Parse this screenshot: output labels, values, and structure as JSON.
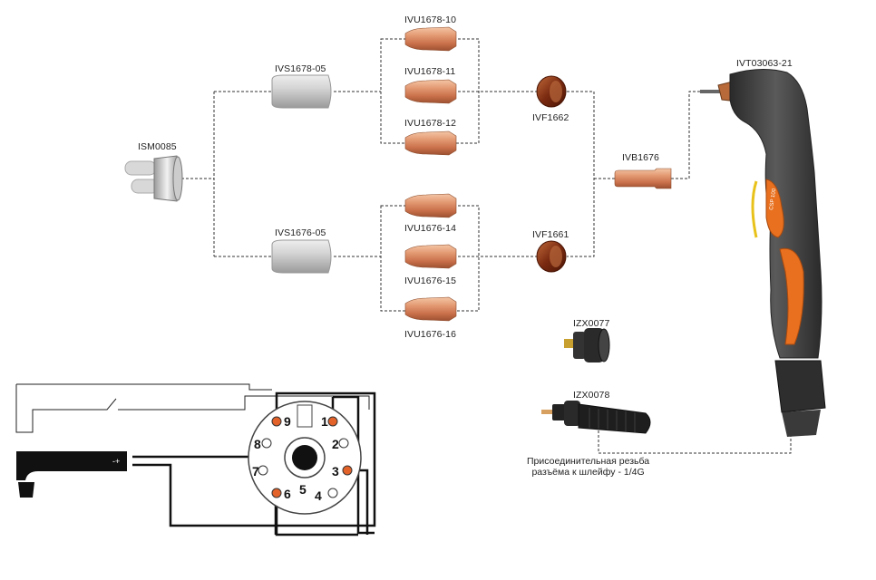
{
  "parts": {
    "ism": "ISM0085",
    "ivs_top": "IVS1678-05",
    "ivs_bottom": "IVS1676-05",
    "ivu_top_1": "IVU1678-10",
    "ivu_top_2": "IVU1678-11",
    "ivu_top_3": "IVU1678-12",
    "ivu_bot_1": "IVU1676-14",
    "ivu_bot_2": "IVU1676-15",
    "ivu_bot_3": "IVU1676-16",
    "ivf_top": "IVF1662",
    "ivf_bottom": "IVF1661",
    "ivb": "IVB1676",
    "ivt": "IVT03063-21",
    "izx_1": "IZX0077",
    "izx_2": "IZX0078"
  },
  "connector_note": {
    "line1": "Присоединительная резьба",
    "line2": "разъёма к шлейфу - 1/4G"
  },
  "plug_label": "-+",
  "pins": {
    "p1": "1",
    "p2": "2",
    "p3": "3",
    "p4": "4",
    "p5": "5",
    "p6": "6",
    "p7": "7",
    "p8": "8",
    "p9": "9"
  },
  "torch_brand": "CSP 100",
  "colors": {
    "copper": "#d9805a",
    "orange_pin": "#e2622a",
    "ceramic": "#c9c9c9",
    "handle": "#4a4a4a",
    "trigger": "#e8701e"
  }
}
